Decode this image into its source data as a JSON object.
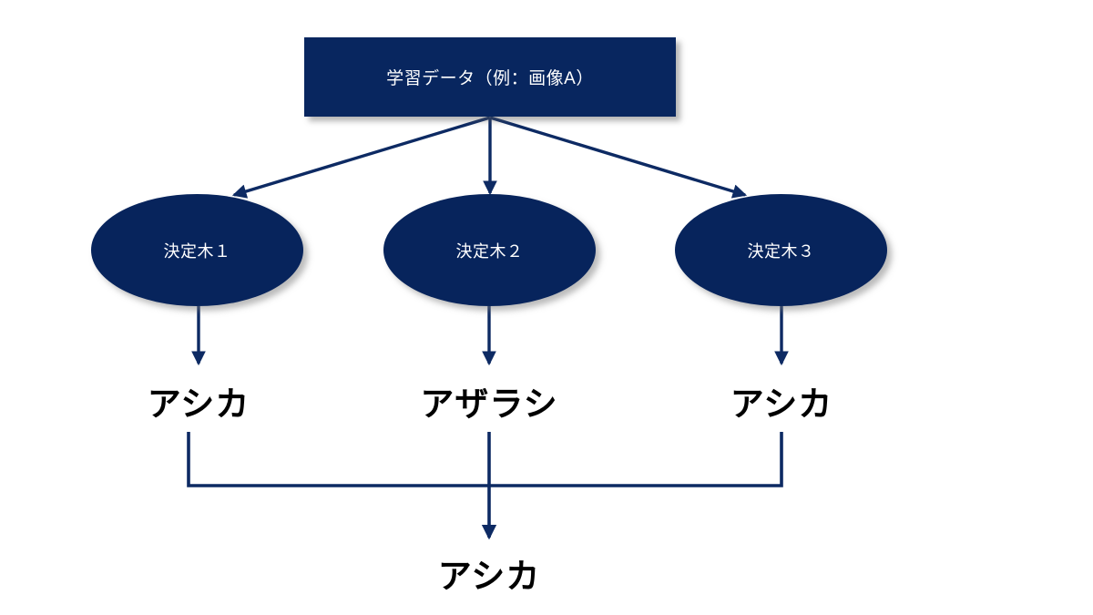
{
  "diagram": {
    "title_node": {
      "label": "学習データ（例：画像A）",
      "shape": "rectangle",
      "fill": "#08265f",
      "text_color": "#ffffff"
    },
    "tree_nodes": [
      {
        "label": "決定木１",
        "shape": "ellipse",
        "fill": "#07245c"
      },
      {
        "label": "決定木２",
        "shape": "ellipse",
        "fill": "#07245c"
      },
      {
        "label": "決定木３",
        "shape": "ellipse",
        "fill": "#07245c"
      }
    ],
    "predictions": [
      {
        "label": "アシカ"
      },
      {
        "label": "アザラシ"
      },
      {
        "label": "アシカ"
      }
    ],
    "final_prediction": {
      "label": "アシカ"
    },
    "connectors": {
      "stroke": "#0d2a63",
      "arrow_style": "solid-triangle-head",
      "from_data_to_trees": 3,
      "from_trees_to_predictions": 3,
      "merge_bracket_to_final": 1
    },
    "palette": {
      "navy": "#08265f",
      "ellipse_navy": "#07245c",
      "line_navy": "#0d2a63",
      "background": "#ffffff",
      "text_dark": "#000000",
      "text_light": "#ffffff"
    }
  }
}
